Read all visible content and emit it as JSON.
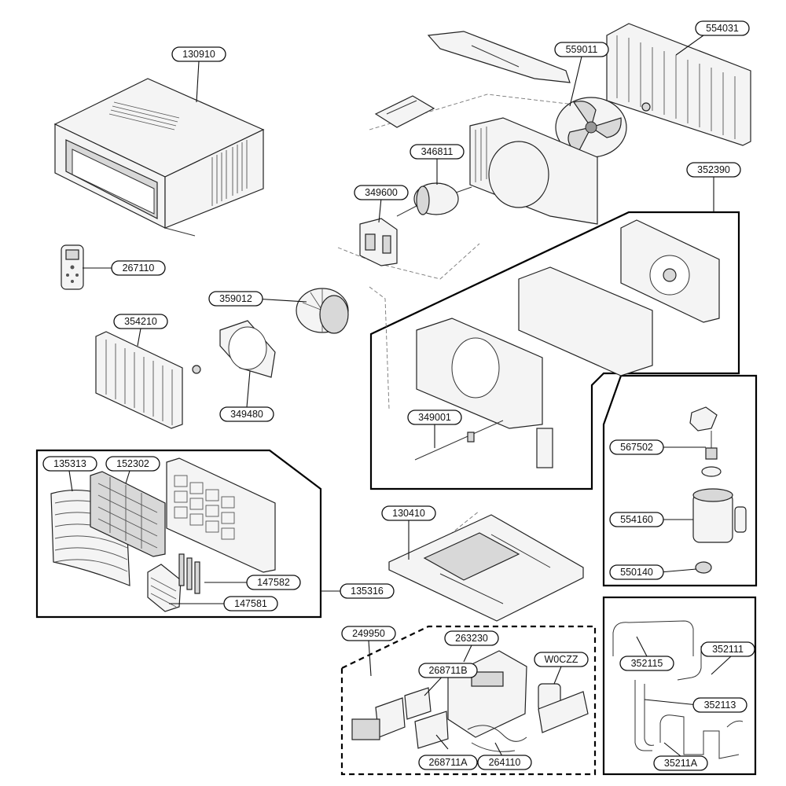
{
  "diagram": {
    "labels": {
      "cabinet": "130910",
      "top_bracket_pad": "",
      "fan_shroud_top": "559011",
      "condenser_coil": "554031",
      "fan_motor": "346811",
      "motor_mount": "349600",
      "blower_assembly": "352390",
      "remote_control": "267110",
      "blower_wheel": "359012",
      "evaporator_coil": "354210",
      "orifice_ring": "349480",
      "air_guide_rod": "349001",
      "front_grille": "135313",
      "air_filter": "152302",
      "front_panel_assembly": "135316",
      "louver_set": "147582",
      "louver_grille": "147581",
      "base_pan": "130410",
      "compressor_accessory": "567502",
      "compressor": "554160",
      "compressor_grommet": "550140",
      "control_box": "249950",
      "pcb_cover": "263230",
      "pcb_display": "268711B",
      "pcb_main": "268711A",
      "capacitor": "W0CZZ",
      "wire_harness": "264110",
      "tube_discharge": "352115",
      "tube_suction": "352111",
      "tube_capillary": "352113",
      "tube_assembly": "35211A"
    }
  }
}
